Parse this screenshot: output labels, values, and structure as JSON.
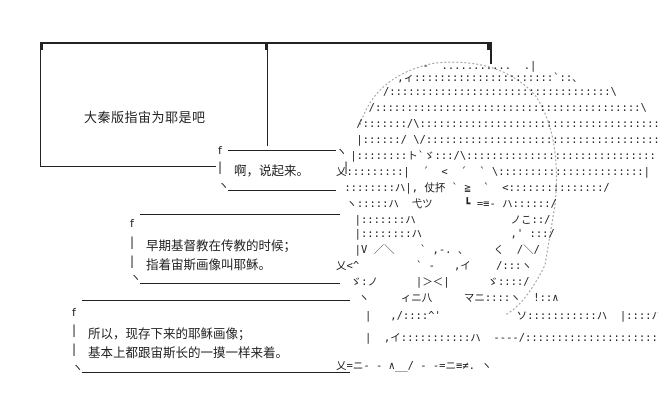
{
  "caption": {
    "title": "大秦版指宙为耶是吧"
  },
  "bubbles": [
    {
      "lines": [
        "啊，说起来。"
      ]
    },
    {
      "lines": [
        "早期基督教在传教的时候；",
        "指着宙斯画像叫耶稣。"
      ]
    },
    {
      "lines": [
        "所以，现存下来的耶稣画像；",
        "基本上都跟宙斯长的一摸一样来着。"
      ]
    }
  ],
  "art_lines": [
    "        -  ...........  .|",
    "    ,ィ::::::::::::::::::::::`::、",
    "   /:::::::::::::::::::::::::::::::::::\\",
    "  /::::::::::::::::::::::::::::::::::::::::::\\",
    " /:::::::/\\::::::::::::::::::::::::::::::::::::::\\",
    " |::::::/ \\/:::::::::::::::::::::::::::::::::::::|",
    " |::::::::ト`ゞ:::/\\::::::::::::::::::::::::::::::|",
    "乂:::::::::|  ´  <  ´  ` \\:::::::::::::::::::::::|",
    " ::::::::ハ|, 仗抔 ` ≧  `  <:::::::::::::::/",
    " ヽ:::::ハ  弋ツ     ┗ =≡- ハ::::::/",
    "  |:::::::ハ               ノこ::/",
    "  |::::::::ハ              ,' :::/",
    "  |V ／＼    ` ,-. 、    く  /＼/",
    "乂<^         ` -   ,イ    /:::ヽ",
    "  ゞ:ノ      |＞＜|      ゞ::::/",
    "  ヽ     ィニ八     マニ::::ヽ  !::∧",
    "   |   ,/::::^'            ソ:::::::::::ハ  |::::ハ",
    "   |  ,イ:::::::::::ハ  ----/:::::::::::::::::::::` ´",
    "乂=ニ- - ∧__/ - -=ニ≡≠. ヽ"
  ]
}
